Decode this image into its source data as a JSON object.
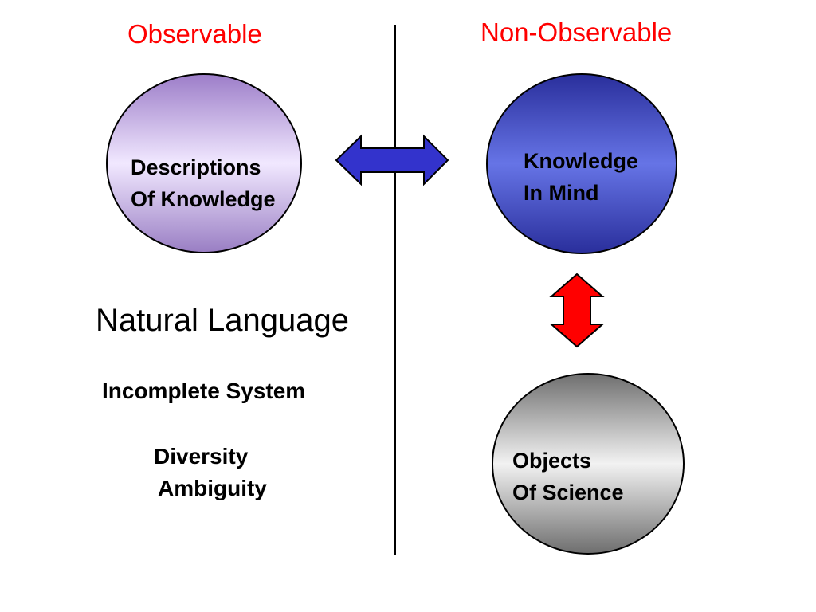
{
  "headings": {
    "observable": "Observable",
    "non_observable": "Non-Observable"
  },
  "nodes": {
    "descriptions": {
      "line1": "Descriptions",
      "line2": "Of Knowledge"
    },
    "knowledge": {
      "line1": "Knowledge",
      "line2": "In Mind"
    },
    "objects": {
      "line1": "Objects",
      "line2": "Of Science"
    }
  },
  "notes": {
    "natural_language": "Natural Language",
    "incomplete_system": "Incomplete System",
    "diversity": "Diversity",
    "ambiguity": "Ambiguity"
  },
  "colors": {
    "heading": "#ff0000",
    "horizontal_arrow": "#3333cc",
    "vertical_arrow": "#ff0000",
    "divider": "#000000"
  }
}
